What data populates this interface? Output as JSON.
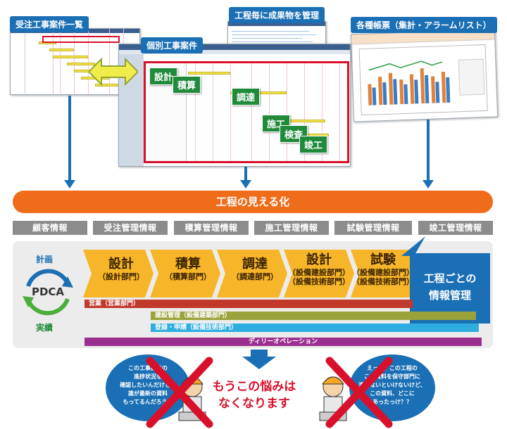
{
  "top": {
    "list_label": "受注工事案件一覧",
    "case_label": "個別工事案件",
    "deliverable_label": "工程毎に成果物を管理",
    "reports_label": "各種帳票（集計・アラームリスト）"
  },
  "steps": [
    "設計",
    "積算",
    "調達",
    "施工",
    "検査",
    "竣工"
  ],
  "banner": "工程の見える化",
  "info_items": [
    "顧客情報",
    "受注管理情報",
    "積算管理情報",
    "施工管理情報",
    "試験管理情報",
    "竣工管理情報"
  ],
  "pdca": {
    "center": "PDCA",
    "plan": "計画",
    "result": "実績"
  },
  "phases": [
    {
      "title": "設計",
      "sub": [
        "（設計部門）"
      ]
    },
    {
      "title": "積算",
      "sub": [
        "（積算部門）"
      ]
    },
    {
      "title": "調達",
      "sub": [
        "（調達部門）"
      ]
    },
    {
      "title": "設計",
      "sub": [
        "（設備建設部門）",
        "（設備技術部門）"
      ]
    },
    {
      "title": "試験",
      "sub": [
        "（設備建設部門）",
        "（設備技術部門）"
      ]
    }
  ],
  "info_box": {
    "line1": "工程ごとの",
    "line2": "情報管理"
  },
  "bands": [
    {
      "label": "営業（営業部門）",
      "color": "#c0392b"
    },
    {
      "label": "建設管理（設備建築部門）",
      "color": "#9aa33a"
    },
    {
      "label": "登録・申請（設備技術部門）",
      "color": "#2eaee0"
    },
    {
      "label": "ディリーオペレーション",
      "color": "#9b2f8f"
    }
  ],
  "bubble_left": {
    "lines": [
      "この工事案件の",
      "進捗状況を",
      "確認したいんだけど、",
      "誰が最新の資料",
      "もってるんだろう…"
    ]
  },
  "bubble_right": {
    "lines": [
      "えっと、この工程の",
      "この資料を保守部門に",
      "渡さないといけないけど、",
      "この資料、どこに",
      "あったっけ？？"
    ]
  },
  "slogan": {
    "line1": "もうこの悩みは",
    "line2": "なくなります"
  },
  "colors": {
    "blue": "#1a6fb5",
    "orange": "#ef6c1a",
    "yellow": "#f7b529",
    "green": "#1f8a3a",
    "gray": "#8c8c8c",
    "red": "#d8102c"
  }
}
